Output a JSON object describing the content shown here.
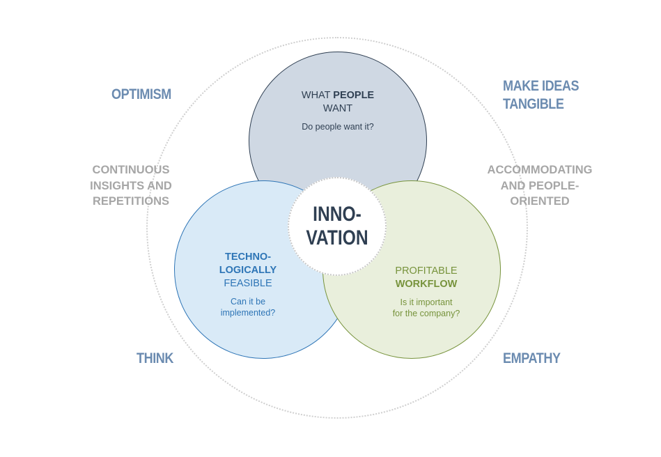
{
  "diagram": {
    "center": {
      "line1": "INNO-",
      "line2": "VATION"
    },
    "people_circle": {
      "title_pre": "WHAT ",
      "title_bold": "PEOPLE",
      "title_line2": "WANT",
      "question": "Do people want it?"
    },
    "tech_circle": {
      "title_bold1": "TECHNO-",
      "title_bold2": "LOGICALLY",
      "title_line3": "FEASIBLE",
      "question_line1": "Can it be",
      "question_line2": "implemented?"
    },
    "profit_circle": {
      "title_line1": "PROFITABLE",
      "title_bold": "WORKFLOW",
      "question_line1": "Is it important",
      "question_line2": "for the company?"
    },
    "outer_labels": {
      "optimism": "OPTIMISM",
      "make_ideas_line1": "MAKE IDEAS",
      "make_ideas_line2": "TANGIBLE",
      "continuous_line1": "CONTINUOUS",
      "continuous_line2": "INSIGHTS AND",
      "continuous_line3": "REPETITIONS",
      "accommodating_line1": "ACCOMMODATING",
      "accommodating_line2": "AND PEOPLE-",
      "accommodating_line3": "ORIENTED",
      "think": "THINK",
      "empathy": "EMPATHY"
    },
    "colors": {
      "people_fill": "#cfd8e3",
      "people_stroke": "#2f3f52",
      "tech_fill": "#d9eaf7",
      "tech_stroke": "#2e75b6",
      "tech_text": "#2e75b6",
      "profit_fill": "#e9efdc",
      "profit_stroke": "#77933c",
      "profit_text": "#77933c",
      "center_text": "#2f3f52",
      "blue_label": "#6b8bb0",
      "gray_label": "#a6a6a6",
      "dotted_ring": "#c8c8c8"
    }
  }
}
